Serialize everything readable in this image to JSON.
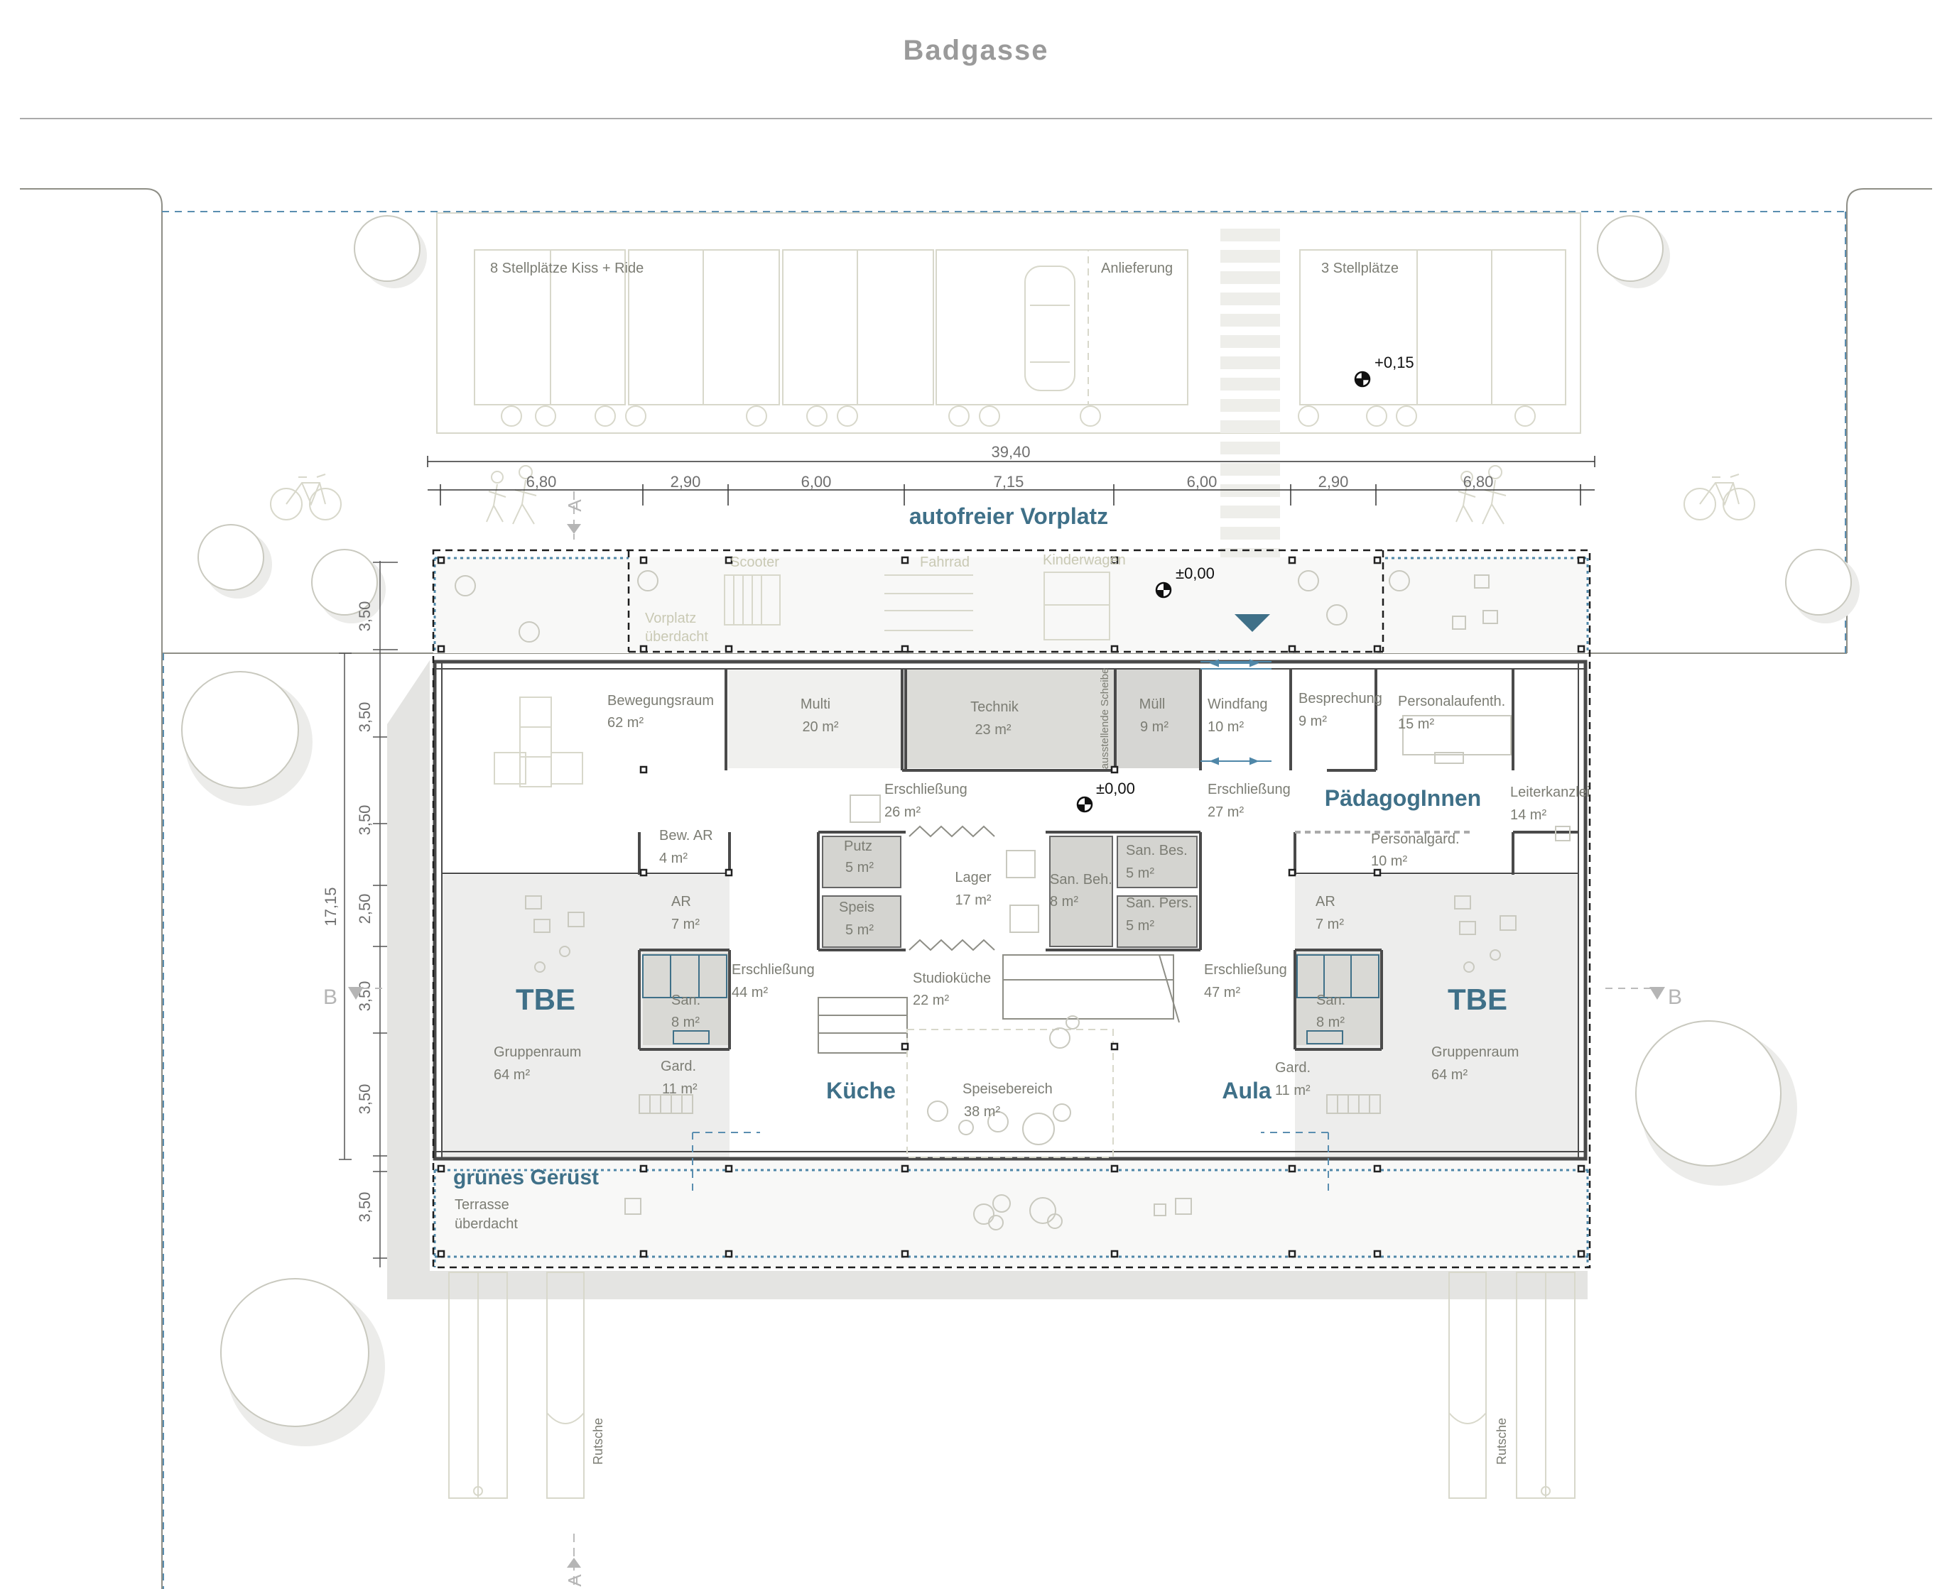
{
  "street": {
    "name": "Badgasse"
  },
  "parking": {
    "kiss_ride": "8 Stellplätze Kiss + Ride",
    "delivery": "Anlieferung",
    "spaces_3": "3 Stellplätze"
  },
  "levels": {
    "street": "+0,15",
    "forecourt": "±0,00",
    "interior": "±0,00"
  },
  "dimensions": {
    "total_width": "39,40",
    "bays": [
      "6,80",
      "2,90",
      "6,00",
      "7,15",
      "6,00",
      "2,90",
      "6,80"
    ],
    "total_depth": "17,15",
    "rows": [
      "3,50",
      "3,50",
      "3,50",
      "2,50",
      "3,50",
      "3,50",
      "3,50"
    ]
  },
  "section_marks": {
    "a": "A",
    "b": "B"
  },
  "labels": {
    "forecourt": "autofreier Vorplatz",
    "scooter": "Scooter",
    "bike": "Fahrrad",
    "stroller": "Kinderwagen",
    "covered_forecourt": [
      "Vorplatz",
      "überdacht"
    ],
    "green_frame": "grünes Gerüst",
    "terrace": [
      "Terrasse",
      "überdacht"
    ],
    "slide": "Rutsche",
    "glass": "ausstellende Scheibe",
    "tbe_left": "TBE",
    "tbe_right": "TBE",
    "kitchen_zone": "Küche",
    "aula_zone": "Aula",
    "staff_zone": "PädagogInnen"
  },
  "rooms": {
    "bewegungsraum": {
      "name": "Bewegungsraum",
      "area": "62 m²"
    },
    "multi": {
      "name": "Multi",
      "area": "20 m²"
    },
    "technik": {
      "name": "Technik",
      "area": "23 m²"
    },
    "muell": {
      "name": "Müll",
      "area": "9 m²"
    },
    "windfang": {
      "name": "Windfang",
      "area": "10 m²"
    },
    "besprechung": {
      "name": "Besprechung",
      "area": "9 m²"
    },
    "personalaufenth": {
      "name": "Personalaufenth.",
      "area": "15 m²"
    },
    "erschl26": {
      "name": "Erschließung",
      "area": "26 m²"
    },
    "erschl27": {
      "name": "Erschließung",
      "area": "27 m²"
    },
    "leiterkanzlei": {
      "name": "Leiterkanzlei",
      "area": "14 m²"
    },
    "bew_ar": {
      "name": "Bew. AR",
      "area": "4 m²"
    },
    "putz": {
      "name": "Putz",
      "area": "5 m²"
    },
    "speis": {
      "name": "Speis",
      "area": "5 m²"
    },
    "lager": {
      "name": "Lager",
      "area": "17 m²"
    },
    "san_beh": {
      "name": "San. Beh.",
      "area": "8 m²"
    },
    "san_bes": {
      "name": "San. Bes.",
      "area": "5 m²"
    },
    "san_pers": {
      "name": "San. Pers.",
      "area": "5 m²"
    },
    "personalgard": {
      "name": "Personalgard.",
      "area": "10 m²"
    },
    "ar_left": {
      "name": "AR",
      "area": "7 m²"
    },
    "ar_right": {
      "name": "AR",
      "area": "7 m²"
    },
    "erschl44": {
      "name": "Erschließung",
      "area": "44 m²"
    },
    "erschl47": {
      "name": "Erschließung",
      "area": "47 m²"
    },
    "studiokueche": {
      "name": "Studioküche",
      "area": "22 m²"
    },
    "san_left": {
      "name": "San.",
      "area": "8 m²"
    },
    "san_right": {
      "name": "San.",
      "area": "8 m²"
    },
    "gruppe_left": {
      "name": "Gruppenraum",
      "area": "64 m²"
    },
    "gruppe_right": {
      "name": "Gruppenraum",
      "area": "64 m²"
    },
    "gard_left": {
      "name": "Gard.",
      "area": "11 m²"
    },
    "gard_right": {
      "name": "Gard.",
      "area": "11 m²"
    },
    "speisebereich": {
      "name": "Speisebereich",
      "area": "38 m²"
    }
  }
}
